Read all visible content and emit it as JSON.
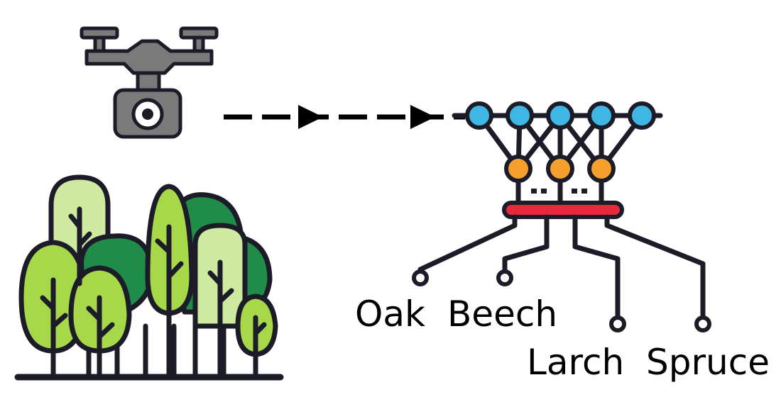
{
  "labels": {
    "oak": "Oak",
    "beech": "Beech",
    "larch": "Larch",
    "spruce": "Spruce"
  },
  "icons": {
    "drone": "drone-camera-icon",
    "forest": "forest-icon",
    "network": "neural-network-icon"
  },
  "colors": {
    "outline": "#1c1c28",
    "drone_body": "#7a7a7a",
    "input_node": "#3fb6e4",
    "hidden_node": "#f5a02d",
    "output_bar": "#e8283c",
    "tree_light": "#cdeaa0",
    "tree_mid": "#a6d84a",
    "tree_dark": "#1f8c4a"
  }
}
